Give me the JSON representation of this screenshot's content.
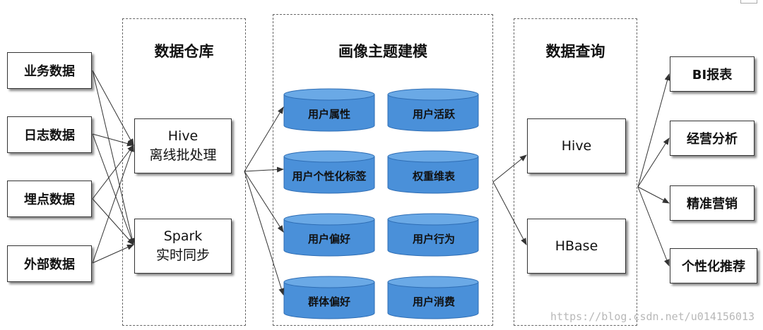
{
  "panels": {
    "warehouse_title": "数据仓库",
    "modeling_title": "画像主题建模",
    "query_title": "数据查询"
  },
  "sources": [
    "业务数据",
    "日志数据",
    "埋点数据",
    "外部数据"
  ],
  "warehouse": {
    "hive": {
      "line1": "Hive",
      "line2": "离线批处理"
    },
    "spark": {
      "line1": "Spark",
      "line2": "实时同步"
    }
  },
  "modeling": {
    "left_column": [
      "用户属性",
      "用户个性化标签",
      "用户偏好",
      "群体偏好"
    ],
    "right_column": [
      "用户活跃",
      "权重维表",
      "用户行为",
      "用户消费"
    ]
  },
  "query": {
    "hive": "Hive",
    "hbase": "HBase"
  },
  "outputs": [
    "BI报表",
    "经营分析",
    "精准营销",
    "个性化推荐"
  ],
  "watermark": "https://blog.csdn.net/u014156013",
  "colors": {
    "cylinder_fill": "#4a90d9",
    "cylinder_top": "#6aa9e6",
    "cylinder_edge": "#2e6db4",
    "arrow": "#333333"
  }
}
